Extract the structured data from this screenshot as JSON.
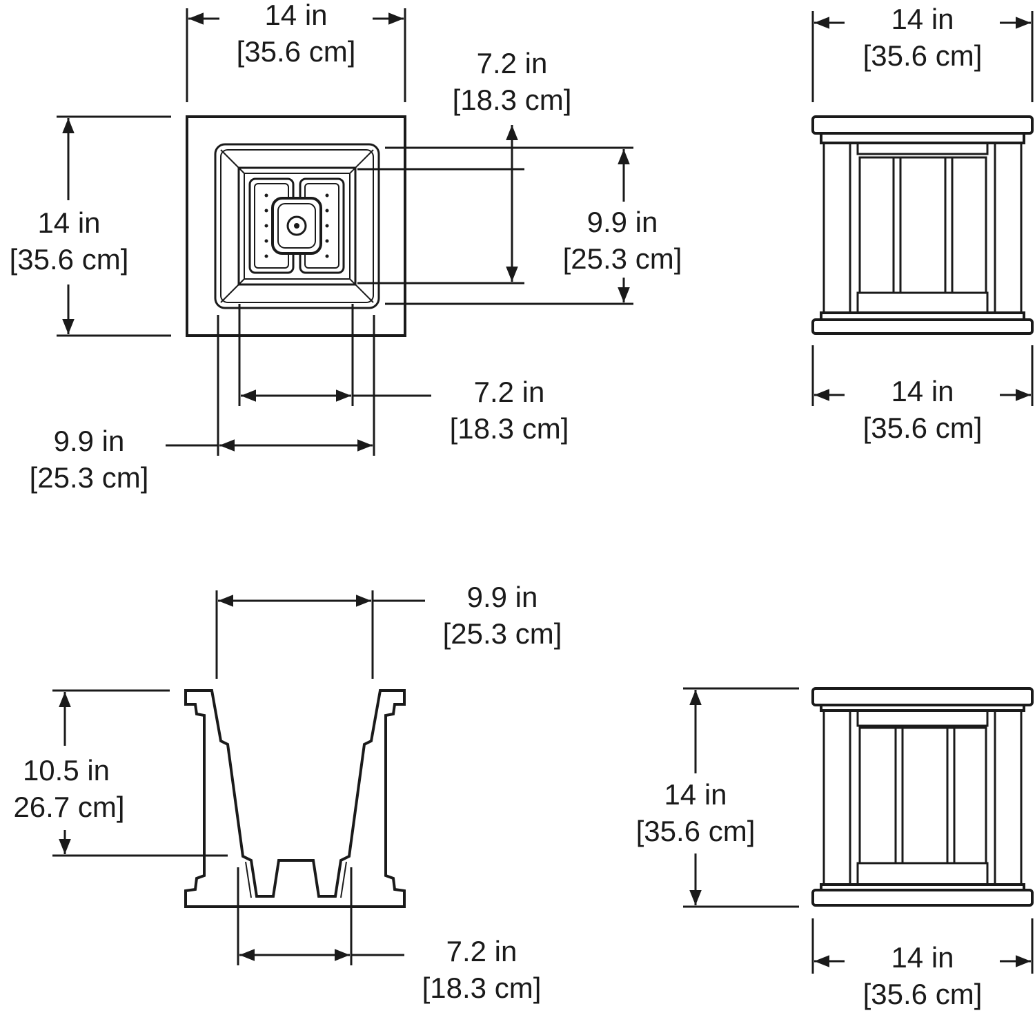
{
  "dimensions": {
    "top_view_width": {
      "imperial": "14 in",
      "metric": "[35.6 cm]"
    },
    "top_view_height": {
      "imperial": "14 in",
      "metric": "[35.6 cm]"
    },
    "top_view_inner_depth": {
      "imperial": "7.2 in",
      "metric": "[18.3 cm]"
    },
    "top_view_opening_h": {
      "imperial": "9.9 in",
      "metric": "[25.3 cm]"
    },
    "top_view_base_width": {
      "imperial": "7.2 in",
      "metric": "[18.3 cm]"
    },
    "top_view_opening_w": {
      "imperial": "9.9 in",
      "metric": "[25.3 cm]"
    },
    "front_view_top_width": {
      "imperial": "14 in",
      "metric": "[35.6 cm]"
    },
    "front_view_bottom_width": {
      "imperial": "14 in",
      "metric": "[35.6 cm]"
    },
    "section_top_width": {
      "imperial": "9.9 in",
      "metric": "[25.3 cm]"
    },
    "section_depth": {
      "imperial": "10.5 in",
      "metric": "26.7 cm]"
    },
    "section_base_width": {
      "imperial": "7.2 in",
      "metric": "[18.3 cm]"
    },
    "side_view_height": {
      "imperial": "14 in",
      "metric": "[35.6 cm]"
    },
    "side_view_width": {
      "imperial": "14 in",
      "metric": "[35.6 cm]"
    }
  }
}
